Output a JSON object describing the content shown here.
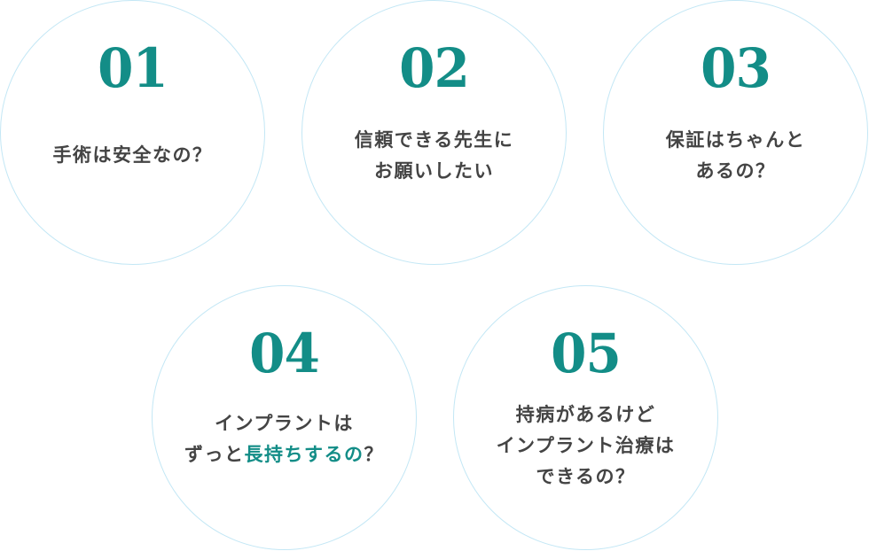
{
  "colors": {
    "accent": "#138d87",
    "text": "#444444",
    "border": "#c3e7f5",
    "background": "#ffffff"
  },
  "items": [
    {
      "number": "01",
      "lines": [
        [
          "手術は安全なの？"
        ]
      ]
    },
    {
      "number": "02",
      "lines": [
        [
          "信頼できる先生に"
        ],
        [
          "お願いしたい"
        ]
      ]
    },
    {
      "number": "03",
      "lines": [
        [
          "保証はちゃんと"
        ],
        [
          "あるの？"
        ]
      ]
    },
    {
      "number": "04",
      "line1": "インプラントは",
      "line2_prefix": "ずっと",
      "line2_highlight": "長持ちするの",
      "line2_suffix": "？"
    },
    {
      "number": "05",
      "lines": [
        [
          "持病があるけど"
        ],
        [
          "インプラント治療は"
        ],
        [
          "できるの？"
        ]
      ]
    }
  ],
  "flat": {
    "q1_l1": "手術は安全なの？",
    "q2_l1": "信頼できる先生に",
    "q2_l2": "お願いしたい",
    "q3_l1": "保証はちゃんと",
    "q3_l2": "あるの？",
    "q5_l1": "持病があるけど",
    "q5_l2": "インプラント治療は",
    "q5_l3": "できるの？"
  }
}
